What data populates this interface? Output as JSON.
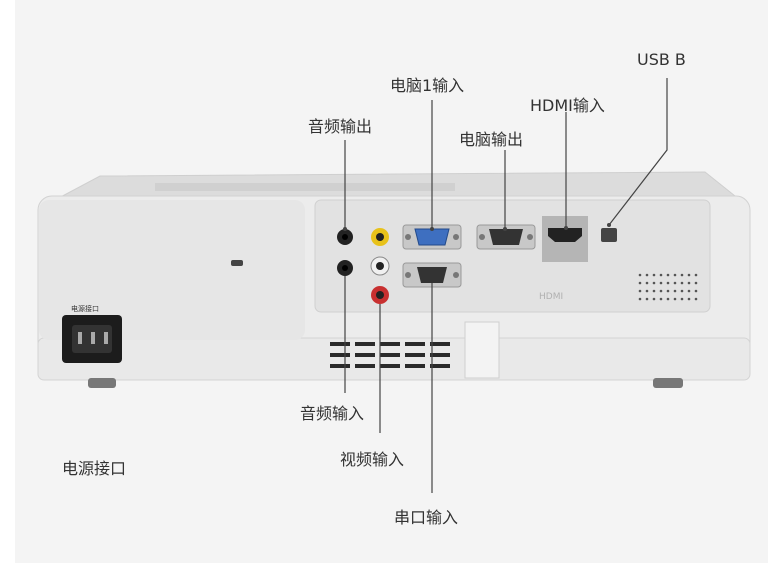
{
  "labels": {
    "usb_b": "USB  B",
    "computer1_in": "电脑1输入",
    "hdmi_in": "HDMI输入",
    "audio_out": "音频输出",
    "computer_out": "电脑输出",
    "audio_in": "音频输入",
    "power_socket": "电源接口",
    "video_in": "视频输入",
    "serial_in": "串口输入"
  },
  "device": {
    "power_panel_label": "电源接口",
    "hdmi_logo": "HDMI"
  },
  "colors": {
    "body": "#ececec",
    "panel": "#e4e4e4",
    "vga_blue": "#3e6fc0",
    "rca_yellow": "#e8c21a",
    "rca_red": "#c83030",
    "leader_line": "#444444"
  }
}
